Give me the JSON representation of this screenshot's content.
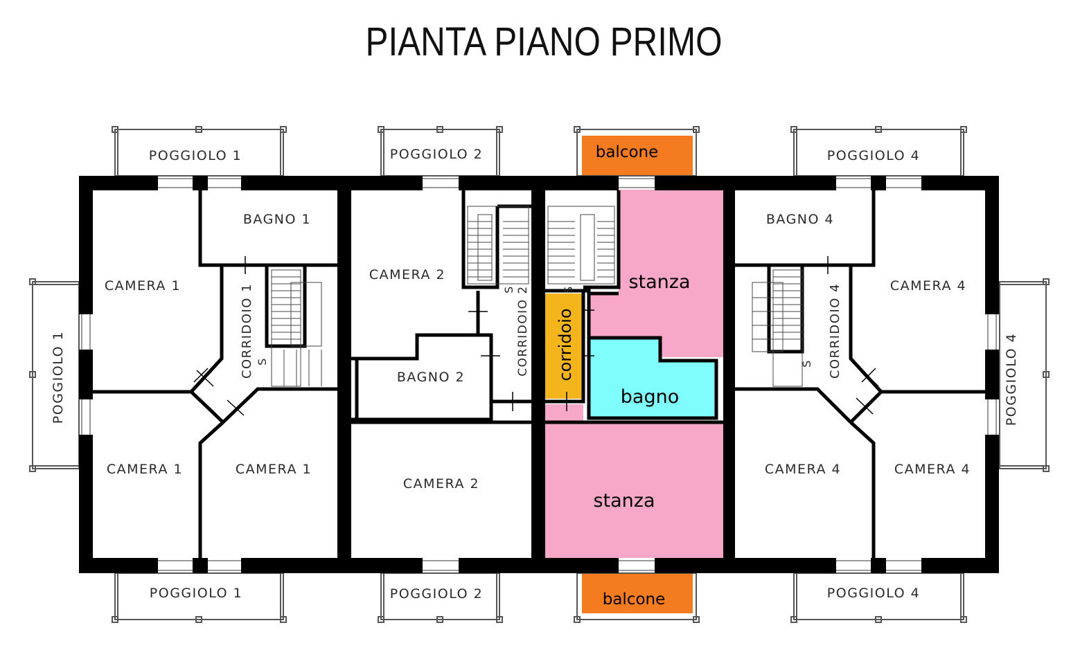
{
  "title": "PIANTA PIANO PRIMO",
  "colors": {
    "wall": "#000000",
    "balcone": "#f47b20",
    "stanza": "#f7a8c8",
    "bagno": "#7ffcfc",
    "corridoio": "#f3b51b",
    "railing": "#555555"
  },
  "labels": {
    "poggiolo_1": "POGGIOLO 1",
    "poggiolo_2": "POGGIOLO 2",
    "poggiolo_4": "POGGIOLO 4",
    "bagno_1": "BAGNO 1",
    "bagno_2": "BAGNO 2",
    "bagno_4": "BAGNO 4",
    "camera_1": "CAMERA 1",
    "camera_2": "CAMERA 2",
    "camera_4": "CAMERA 4",
    "corridoio_1": "CORRIDOIO 1",
    "corridoio_2": "CORRIDOIO 2",
    "corridoio_4": "CORRIDOIO 4",
    "stair_mark": "S"
  },
  "highlight": {
    "balcone": "balcone",
    "stanza": "stanza",
    "bagno": "bagno",
    "corridoio": "corridoio"
  }
}
